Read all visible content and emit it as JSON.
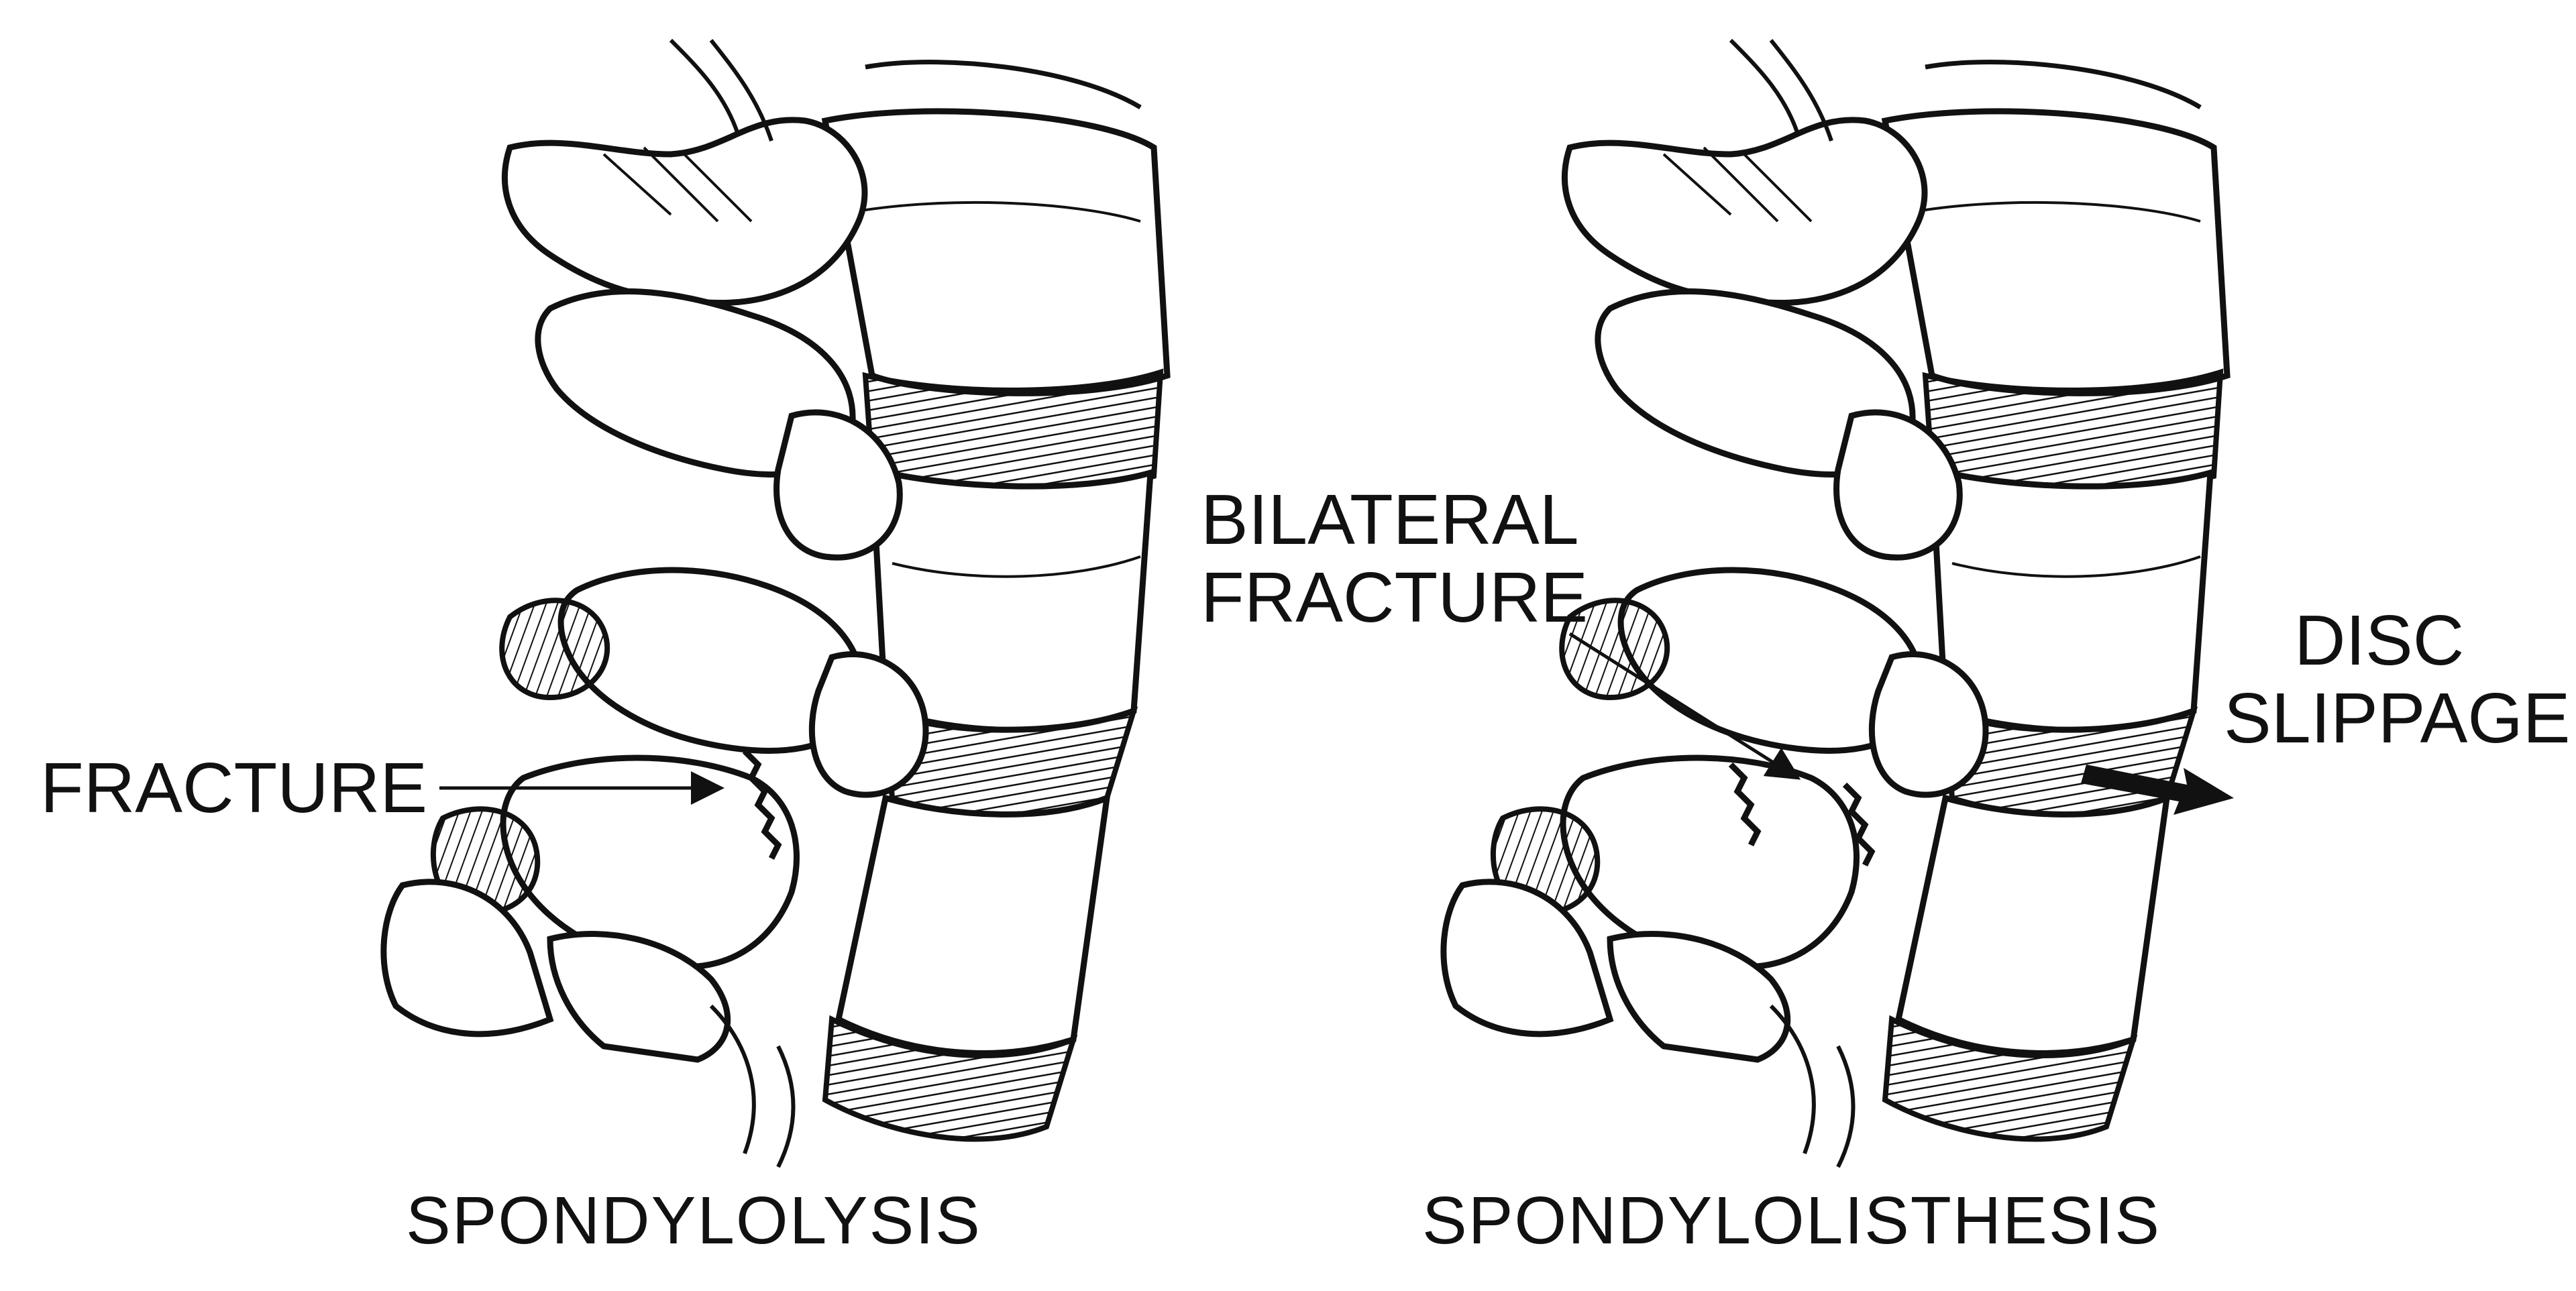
{
  "panels": {
    "left": {
      "caption": "SPONDYLOLYSIS",
      "fracture_label": "FRACTURE"
    },
    "right": {
      "caption": "SPONDYLOLISTHESIS",
      "bilateral_line1": "BILATERAL",
      "bilateral_line2": "FRACTURE",
      "slip_line1": "DISC",
      "slip_line2": "SLIPPAGE"
    }
  },
  "colors": {
    "ink": "#111111",
    "paper": "#ffffff",
    "bone": "#ffffff"
  }
}
